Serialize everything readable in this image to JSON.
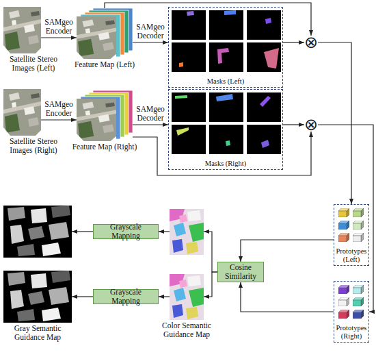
{
  "diagram": {
    "nodes": [
      {
        "text": [
          "Satellite Stereo Images (Left)"
        ]
      },
      {
        "text": [
          "Feature Map (Left)"
        ]
      },
      {
        "text": [
          "Masks (Left)"
        ]
      },
      {
        "text": [
          "⊗"
        ]
      },
      {
        "text": [
          "Satellite Stereo Images (Right)"
        ]
      },
      {
        "text": [
          "Feature Map (Right)"
        ]
      },
      {
        "text": [
          "Masks (Right)"
        ]
      },
      {
        "text": [
          "⊗"
        ]
      },
      {
        "text": [
          "Prototypes (Left)"
        ]
      },
      {
        "text": [
          "Cosine Similarity"
        ]
      },
      {
        "text": [
          "Prototypes (Right)"
        ]
      },
      {
        "text": [
          "Color Semantic Guidance Map"
        ]
      },
      {
        "text": [
          "Grayscale Mapping"
        ]
      },
      {
        "text": [
          "Grayscale Mapping"
        ]
      },
      {
        "text": [
          "Gray Semantic Guidance Map"
        ]
      }
    ],
    "edges": [
      {
        "from": 0,
        "to": 1,
        "arrow": "to",
        "label": "SAMgeo Encoder"
      },
      {
        "from": 1,
        "to": 2,
        "arrow": "to",
        "label": "SAMgeo Decoder"
      },
      {
        "from": 1,
        "to": 3,
        "arrow": "to"
      },
      {
        "from": 2,
        "to": 3,
        "arrow": "to"
      },
      {
        "from": 4,
        "to": 5,
        "arrow": "to",
        "label": "SAMgeo Encoder"
      },
      {
        "from": 5,
        "to": 6,
        "arrow": "to",
        "label": "SAMgeo Decoder"
      },
      {
        "from": 5,
        "to": 7,
        "arrow": "to"
      },
      {
        "from": 6,
        "to": 7,
        "arrow": "to"
      },
      {
        "from": 3,
        "to": 8,
        "arrow": "to"
      },
      {
        "from": 7,
        "to": 10,
        "arrow": "to"
      },
      {
        "from": 8,
        "to": 9,
        "arrow": "to"
      },
      {
        "from": 10,
        "to": 9,
        "arrow": "to"
      },
      {
        "from": 9,
        "to": 11,
        "arrow": "to"
      },
      {
        "from": 11,
        "to": 12,
        "arrow": "to"
      },
      {
        "from": 11,
        "to": 13,
        "arrow": "to"
      },
      {
        "from": 12,
        "to": 14,
        "arrow": "to"
      },
      {
        "from": 13,
        "to": 14,
        "arrow": "to"
      }
    ]
  }
}
